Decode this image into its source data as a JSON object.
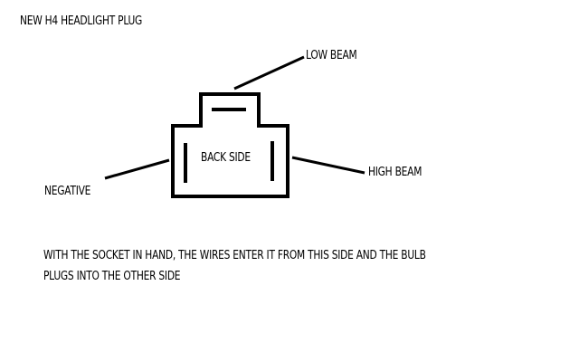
{
  "title": "NEW H4 HEADLIGHT PLUG",
  "labels": {
    "low_beam": "LOW BEAM",
    "high_beam": "HIGH BEAM",
    "negative": "NEGATIVE",
    "back_side": "BACK SIDE"
  },
  "note": {
    "line1": "WITH THE SOCKET IN HAND, THE WIRES ENTER IT FROM THIS SIDE AND THE BULB",
    "line2": "PLUGS INTO THE OTHER SIDE"
  }
}
